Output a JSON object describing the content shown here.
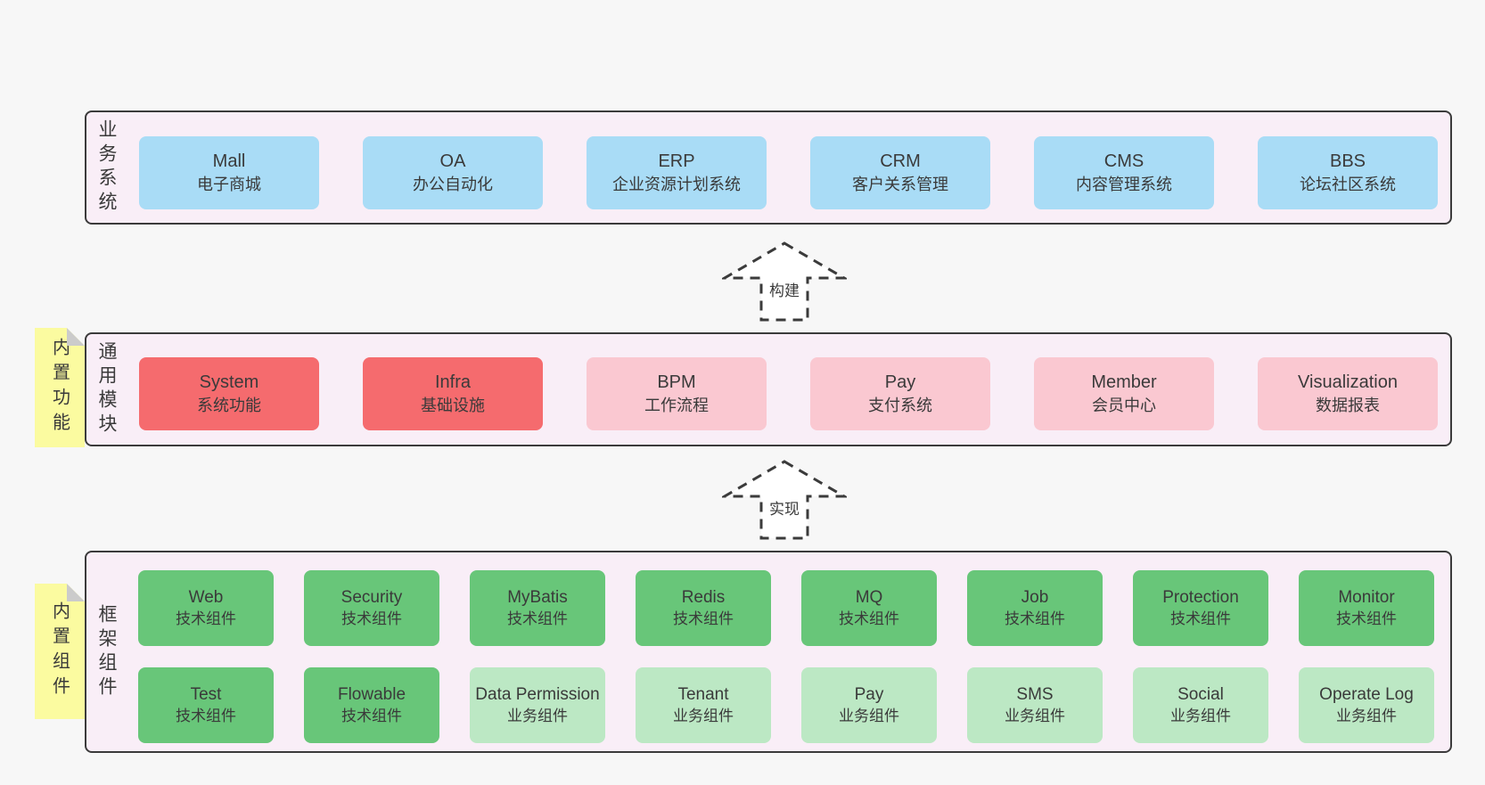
{
  "colors": {
    "page_bg": "#f7f7f7",
    "panel_bg": "#f9eef7",
    "panel_border": "#3b3b3b",
    "text": "#3a3a3a",
    "blue": "#a9dcf6",
    "red": "#f56b6e",
    "pink": "#fac8d1",
    "green": "#68c679",
    "light_green": "#bce8c4",
    "sticky_yellow": "#fbfba0",
    "sticky_fold": "#cbcbcb"
  },
  "arrows": [
    {
      "label": "构建"
    },
    {
      "label": "实现"
    }
  ],
  "sections": [
    {
      "id": "business-systems",
      "side_label": "业务系统",
      "sticky": null,
      "rows": [
        [
          {
            "name": "Mall",
            "desc": "电子商城",
            "color": "blue"
          },
          {
            "name": "OA",
            "desc": "办公自动化",
            "color": "blue"
          },
          {
            "name": "ERP",
            "desc": "企业资源计划系统",
            "color": "blue"
          },
          {
            "name": "CRM",
            "desc": "客户关系管理",
            "color": "blue"
          },
          {
            "name": "CMS",
            "desc": "内容管理系统",
            "color": "blue"
          },
          {
            "name": "BBS",
            "desc": "论坛社区系统",
            "color": "blue"
          }
        ]
      ]
    },
    {
      "id": "common-modules",
      "side_label": "通用模块",
      "sticky": "内置功能",
      "rows": [
        [
          {
            "name": "System",
            "desc": "系统功能",
            "color": "red"
          },
          {
            "name": "Infra",
            "desc": "基础设施",
            "color": "red"
          },
          {
            "name": "BPM",
            "desc": "工作流程",
            "color": "pink"
          },
          {
            "name": "Pay",
            "desc": "支付系统",
            "color": "pink"
          },
          {
            "name": "Member",
            "desc": "会员中心",
            "color": "pink"
          },
          {
            "name": "Visualization",
            "desc": "数据报表",
            "color": "pink"
          }
        ]
      ]
    },
    {
      "id": "framework-components",
      "side_label": "框架组件",
      "sticky": "内置组件",
      "rows": [
        [
          {
            "name": "Web",
            "desc": "技术组件",
            "color": "green"
          },
          {
            "name": "Security",
            "desc": "技术组件",
            "color": "green"
          },
          {
            "name": "MyBatis",
            "desc": "技术组件",
            "color": "green"
          },
          {
            "name": "Redis",
            "desc": "技术组件",
            "color": "green"
          },
          {
            "name": "MQ",
            "desc": "技术组件",
            "color": "green"
          },
          {
            "name": "Job",
            "desc": "技术组件",
            "color": "green"
          },
          {
            "name": "Protection",
            "desc": "技术组件",
            "color": "green"
          },
          {
            "name": "Monitor",
            "desc": "技术组件",
            "color": "green"
          }
        ],
        [
          {
            "name": "Test",
            "desc": "技术组件",
            "color": "green"
          },
          {
            "name": "Flowable",
            "desc": "技术组件",
            "color": "green"
          },
          {
            "name": "Data Permission",
            "desc": "业务组件",
            "color": "light_green"
          },
          {
            "name": "Tenant",
            "desc": "业务组件",
            "color": "light_green"
          },
          {
            "name": "Pay",
            "desc": "业务组件",
            "color": "light_green"
          },
          {
            "name": "SMS",
            "desc": "业务组件",
            "color": "light_green"
          },
          {
            "name": "Social",
            "desc": "业务组件",
            "color": "light_green"
          },
          {
            "name": "Operate Log",
            "desc": "业务组件",
            "color": "light_green"
          }
        ]
      ]
    }
  ]
}
